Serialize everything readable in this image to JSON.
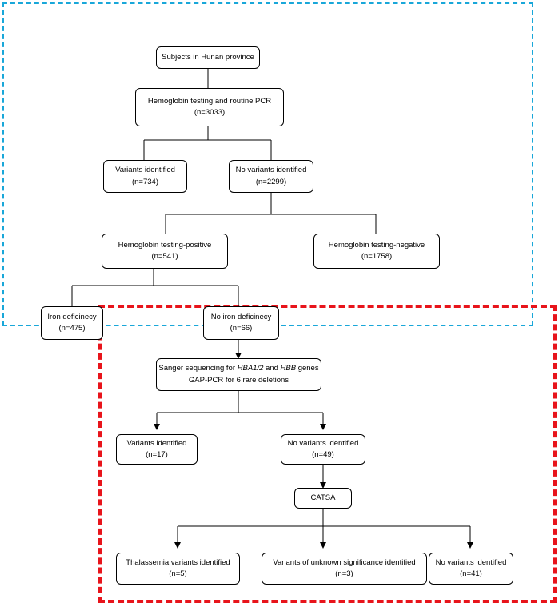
{
  "frames": {
    "blue_color": "#19a7d9",
    "red_color": "#e8141b"
  },
  "nodes": {
    "subjects": {
      "line1": "Subjects in Hunan province"
    },
    "testing": {
      "line1": "Hemoglobin testing and routine PCR",
      "line2": "(n=3033)"
    },
    "variants1": {
      "line1": "Variants identified",
      "line2": "(n=734)"
    },
    "novariants1": {
      "line1": "No variants identified",
      "line2": "(n=2299)"
    },
    "hb_pos": {
      "line1": "Hemoglobin testing-positive",
      "line2": "(n=541)"
    },
    "hb_neg": {
      "line1": "Hemoglobin testing-negative",
      "line2": "(n=1758)"
    },
    "iron_def": {
      "line1": "Iron deficinecy",
      "line2": "(n=475)"
    },
    "no_iron_def": {
      "line1": "No iron deficinecy",
      "line2": "(n=66)"
    },
    "sanger": {
      "prefix": "Sanger sequencing for ",
      "gene1": "HBA1/2",
      "middle": " and ",
      "gene2": "HBB",
      "suffix": " genes",
      "line2": "GAP-PCR for 6 rare deletions"
    },
    "variants2": {
      "line1": "Variants identified",
      "line2": "(n=17)"
    },
    "novariants2": {
      "line1": "No variants identified",
      "line2": "(n=49)"
    },
    "catsa": {
      "line1": "CATSA"
    },
    "thal": {
      "line1": "Thalassemia variants identified",
      "line2": "(n=5)"
    },
    "vus": {
      "line1": "Variants of unknown significance identified",
      "line2": "(n=3)"
    },
    "novariants3": {
      "line1": "No variants identified",
      "line2": "(n=41)"
    }
  }
}
